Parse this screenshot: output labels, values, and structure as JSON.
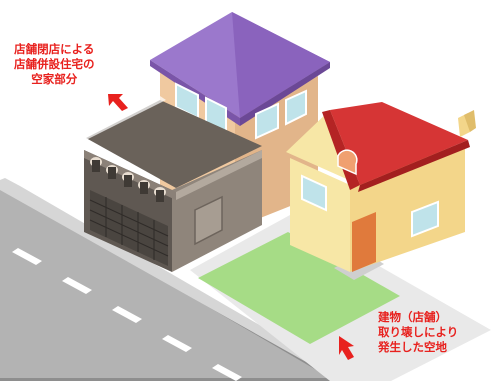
{
  "annotations": {
    "vacant_shop_house": {
      "lines": [
        "店舗閉店による",
        "店舗併設住宅の",
        "空家部分"
      ]
    },
    "vacant_lot": {
      "lines": [
        "建物（店舗）",
        "取り壊しにより",
        "発生した空地"
      ]
    }
  },
  "colors": {
    "accent_red": "#e8211e",
    "road": "#b0b0b0",
    "lawn": "#a6dc86",
    "roof_purple": "#9b78cc",
    "roof_red": "#d63535",
    "wall_cream": "#f7e7a6",
    "shop_dark": "#6a625a"
  }
}
